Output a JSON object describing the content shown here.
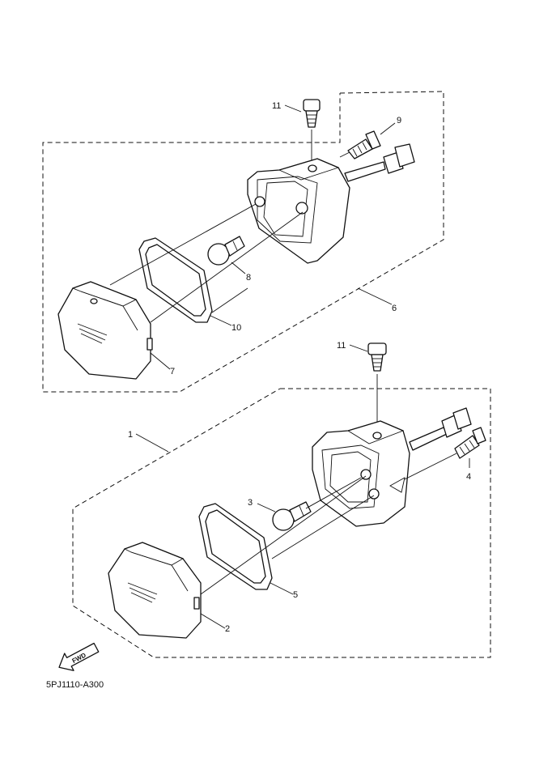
{
  "diagram": {
    "code": "5PJ1110-A300",
    "fwd_label": "FWD",
    "callouts": [
      {
        "id": "c11a",
        "text": "11"
      },
      {
        "id": "c9",
        "text": "9"
      },
      {
        "id": "c8",
        "text": "8"
      },
      {
        "id": "c6",
        "text": "6"
      },
      {
        "id": "c10",
        "text": "10"
      },
      {
        "id": "c7",
        "text": "7"
      },
      {
        "id": "c11b",
        "text": "11"
      },
      {
        "id": "c1",
        "text": "1"
      },
      {
        "id": "c4",
        "text": "4"
      },
      {
        "id": "c3",
        "text": "3"
      },
      {
        "id": "c5",
        "text": "5"
      },
      {
        "id": "c2",
        "text": "2"
      }
    ]
  }
}
